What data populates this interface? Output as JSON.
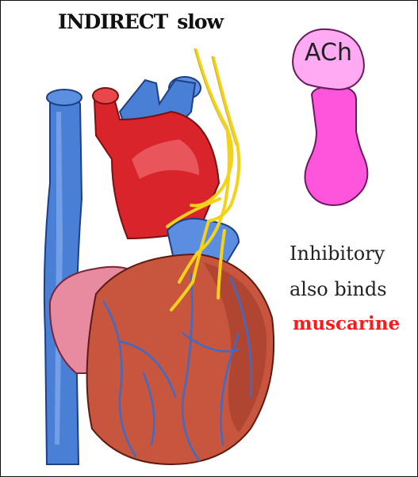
{
  "title": {
    "part1": "INDIRECT",
    "part2": "slow"
  },
  "receptor": {
    "ligand_label": "ACh",
    "ligand_color": "#ffaaf2",
    "receptor_color": "#ff55dd"
  },
  "caption": {
    "line1": "Inhibitory",
    "line2": "also binds",
    "line3": "muscarine",
    "highlight_color": "#ff1a1a"
  },
  "colors": {
    "vein": "#4a7fd6",
    "artery": "#d8242a",
    "heart_muscle": "#c8563e",
    "nerve": "#f5d21a"
  }
}
